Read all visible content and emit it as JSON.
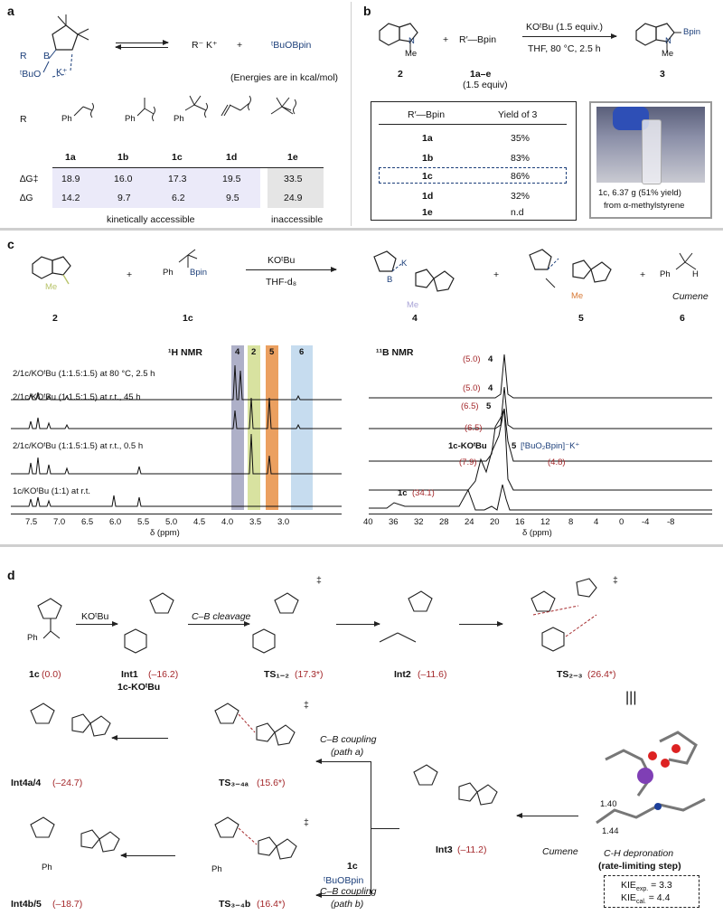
{
  "panel_a": {
    "label": "a",
    "eq_right": "R⁻  K⁺",
    "eq_right2": "ᵗBuOBpin",
    "energy_note": "(Energies are in kcal/mol)",
    "r_label": "R",
    "ts_labels": [
      "ᵗBuO",
      "K⁺",
      "R",
      "B",
      "O"
    ],
    "substituents": [
      "Ph",
      "Ph",
      "Ph",
      "",
      ""
    ],
    "compounds": [
      "1a",
      "1b",
      "1c",
      "1d",
      "1e"
    ],
    "dg_ts_label": "∆G‡",
    "dg_label": "∆G",
    "dg_ts": [
      "18.9",
      "16.0",
      "17.3",
      "19.5",
      "33.5"
    ],
    "dg": [
      "14.2",
      "9.7",
      "6.2",
      "9.5",
      "24.9"
    ],
    "accessible": "kinetically accessible",
    "inaccessible": "inaccessible"
  },
  "panel_b": {
    "label": "b",
    "reagent": "R′—Bpin",
    "plus": "+",
    "conditions_top": "KOᵗBu (1.5 equiv.)",
    "conditions_bottom": "THF, 80 °C, 2.5 h",
    "product_sub": "Bpin",
    "n_me": "N",
    "me": "Me",
    "cmpd2": "2",
    "cmpd1": "1a–e",
    "cmpd1_note": "(1.5 equiv)",
    "cmpd3": "3",
    "table_h1": "R′—Bpin",
    "table_h2": "Yield of 3",
    "rows": [
      {
        "c": "1a",
        "y": "35%"
      },
      {
        "c": "1b",
        "y": "83%"
      },
      {
        "c": "1c",
        "y": "86%"
      },
      {
        "c": "1d",
        "y": "32%"
      },
      {
        "c": "1e",
        "y": "n.d"
      }
    ],
    "photo_caption1": "1c, 6.37 g (51% yield)",
    "photo_caption2": "from α-methylstyrene"
  },
  "panel_c": {
    "label": "c",
    "cmpd2": "2",
    "cmpd1c": "1c",
    "cmpd4": "4",
    "cmpd5": "5",
    "cmpd6": "6",
    "cumene": "Cumene",
    "me": "Me",
    "conditions_top": "KOᵗBu",
    "conditions_bottom": "THF-d₈",
    "h_title": "¹H NMR",
    "b_title": "¹¹B NMR",
    "h_traces": [
      "2/1c/KOᵗBu (1:1.5:1.5) at 80 °C, 2.5 h",
      "2/1c/KOᵗBu (1:1.5:1.5) at r.t., 45 h",
      "2/1c/KOᵗBu (1:1.5:1.5) at r.t., 0.5 h",
      "1c/KOᵗBu (1:1) at r.t."
    ],
    "band_labels": [
      "4",
      "2",
      "5",
      "6"
    ],
    "h_ticks": [
      "7.5",
      "7.0",
      "6.5",
      "6.0",
      "5.5",
      "5.0",
      "4.5",
      "4.0",
      "3.5",
      "3.0"
    ],
    "b_ticks": [
      "40",
      "36",
      "32",
      "28",
      "24",
      "20",
      "16",
      "12",
      "8",
      "4",
      "0",
      "-4",
      "-8"
    ],
    "axis_label": "δ (ppm)",
    "b_peaks": {
      "p1": "(5.0)",
      "p1c": "4",
      "p2": "(5.0)",
      "p2c": "4",
      "p3": "(6.5)",
      "p3c": "5",
      "p4": "(6.5)",
      "p5c": "1c-KOᵗBu",
      "p5n": "5",
      "p6": "(7.9)",
      "p7": "[ᵗBuO₂Bpin]⁻K⁺",
      "p7v": "(4.8)",
      "p8c": "1c",
      "p8": "(34.1)"
    }
  },
  "panel_d": {
    "label": "d",
    "kotbu": "KOᵗBu",
    "cb_cleavage": "C–B cleavage",
    "species": [
      {
        "n": "1c",
        "e": "(0.0)"
      },
      {
        "n": "Int1",
        "e": "(–16.2)",
        "n2": "1c-KOᵗBu"
      },
      {
        "n": "TS₁₋₂",
        "e": "(17.3*)"
      },
      {
        "n": "Int2",
        "e": "(–11.6)"
      },
      {
        "n": "TS₂₋₃",
        "e": "(26.4*)"
      },
      {
        "n": "Int4a/4",
        "e": "(–24.7)"
      },
      {
        "n": "TS₃₋₄ₐ",
        "e": "(15.6*)"
      },
      {
        "n": "Int3",
        "e": "(–11.2)"
      },
      {
        "n": "Int4b/5",
        "e": "(–18.7)"
      },
      {
        "n": "TS₃₋₄b",
        "e": "(16.4*)"
      }
    ],
    "path_a1": "C–B coupling",
    "path_a2": "(path a)",
    "path_b1": "C–B coupling",
    "path_b2": "(path b)",
    "reagent_1c": "1c",
    "tbuobpin": "ᵗBuOBpin",
    "cumene": "Cumene",
    "dist1": "1.40",
    "dist2": "1.44",
    "dep1": "C-H depronation",
    "dep2": "(rate-limiting step)",
    "kie1": "KIE",
    "kie1s": "exp.",
    "kie1v": " = 3.3",
    "kie2": "KIE",
    "kie2s": "cal.",
    "kie2v": " = 4.4",
    "dagger": "‡"
  }
}
